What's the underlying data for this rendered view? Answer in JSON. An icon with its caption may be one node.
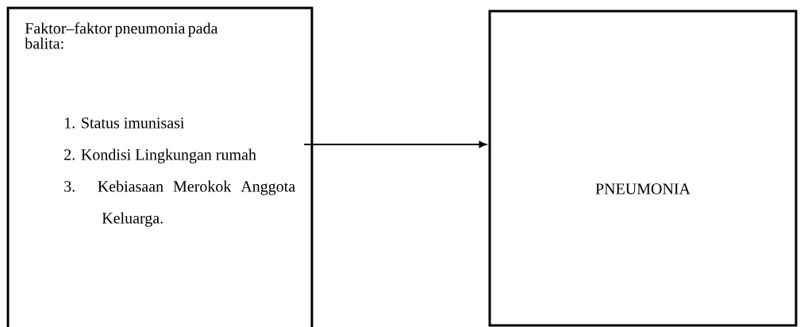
{
  "diagram": {
    "nodes": [
      {
        "text": [
          "Faktor–faktor pneumonia pada balita:",
          "1. Status imunisasi",
          "2. Kondisi Lingkungan rumah",
          "3. Kebiasaan Merokok Anggota Keluarga."
        ]
      },
      {
        "text": [
          "PNEUMONIA"
        ]
      }
    ],
    "edges": [
      {
        "from": 0,
        "to": 1,
        "arrow": "to"
      }
    ]
  }
}
